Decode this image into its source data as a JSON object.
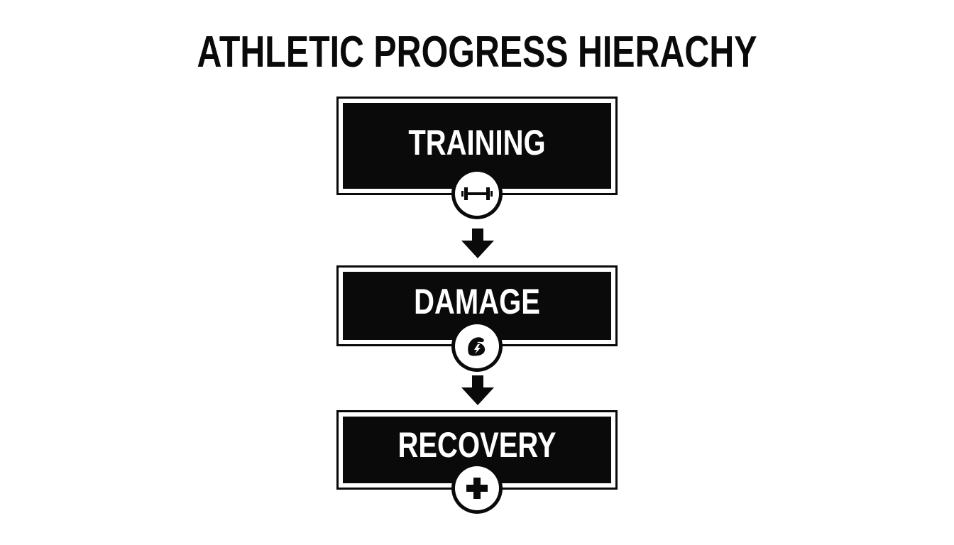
{
  "title": "ATHLETIC PROGRESS HIERACHY",
  "colors": {
    "ink": "#0a0a0a",
    "paper": "#ffffff"
  },
  "steps": [
    {
      "label": "TRAINING",
      "icon": "dumbbell-icon"
    },
    {
      "label": "DAMAGE",
      "icon": "injured-muscle-icon"
    },
    {
      "label": "RECOVERY",
      "icon": "plus-icon"
    }
  ],
  "connectors": [
    {
      "from": "TRAINING",
      "to": "DAMAGE",
      "icon": "arrow-down-icon"
    },
    {
      "from": "DAMAGE",
      "to": "RECOVERY",
      "icon": "arrow-down-icon"
    }
  ]
}
